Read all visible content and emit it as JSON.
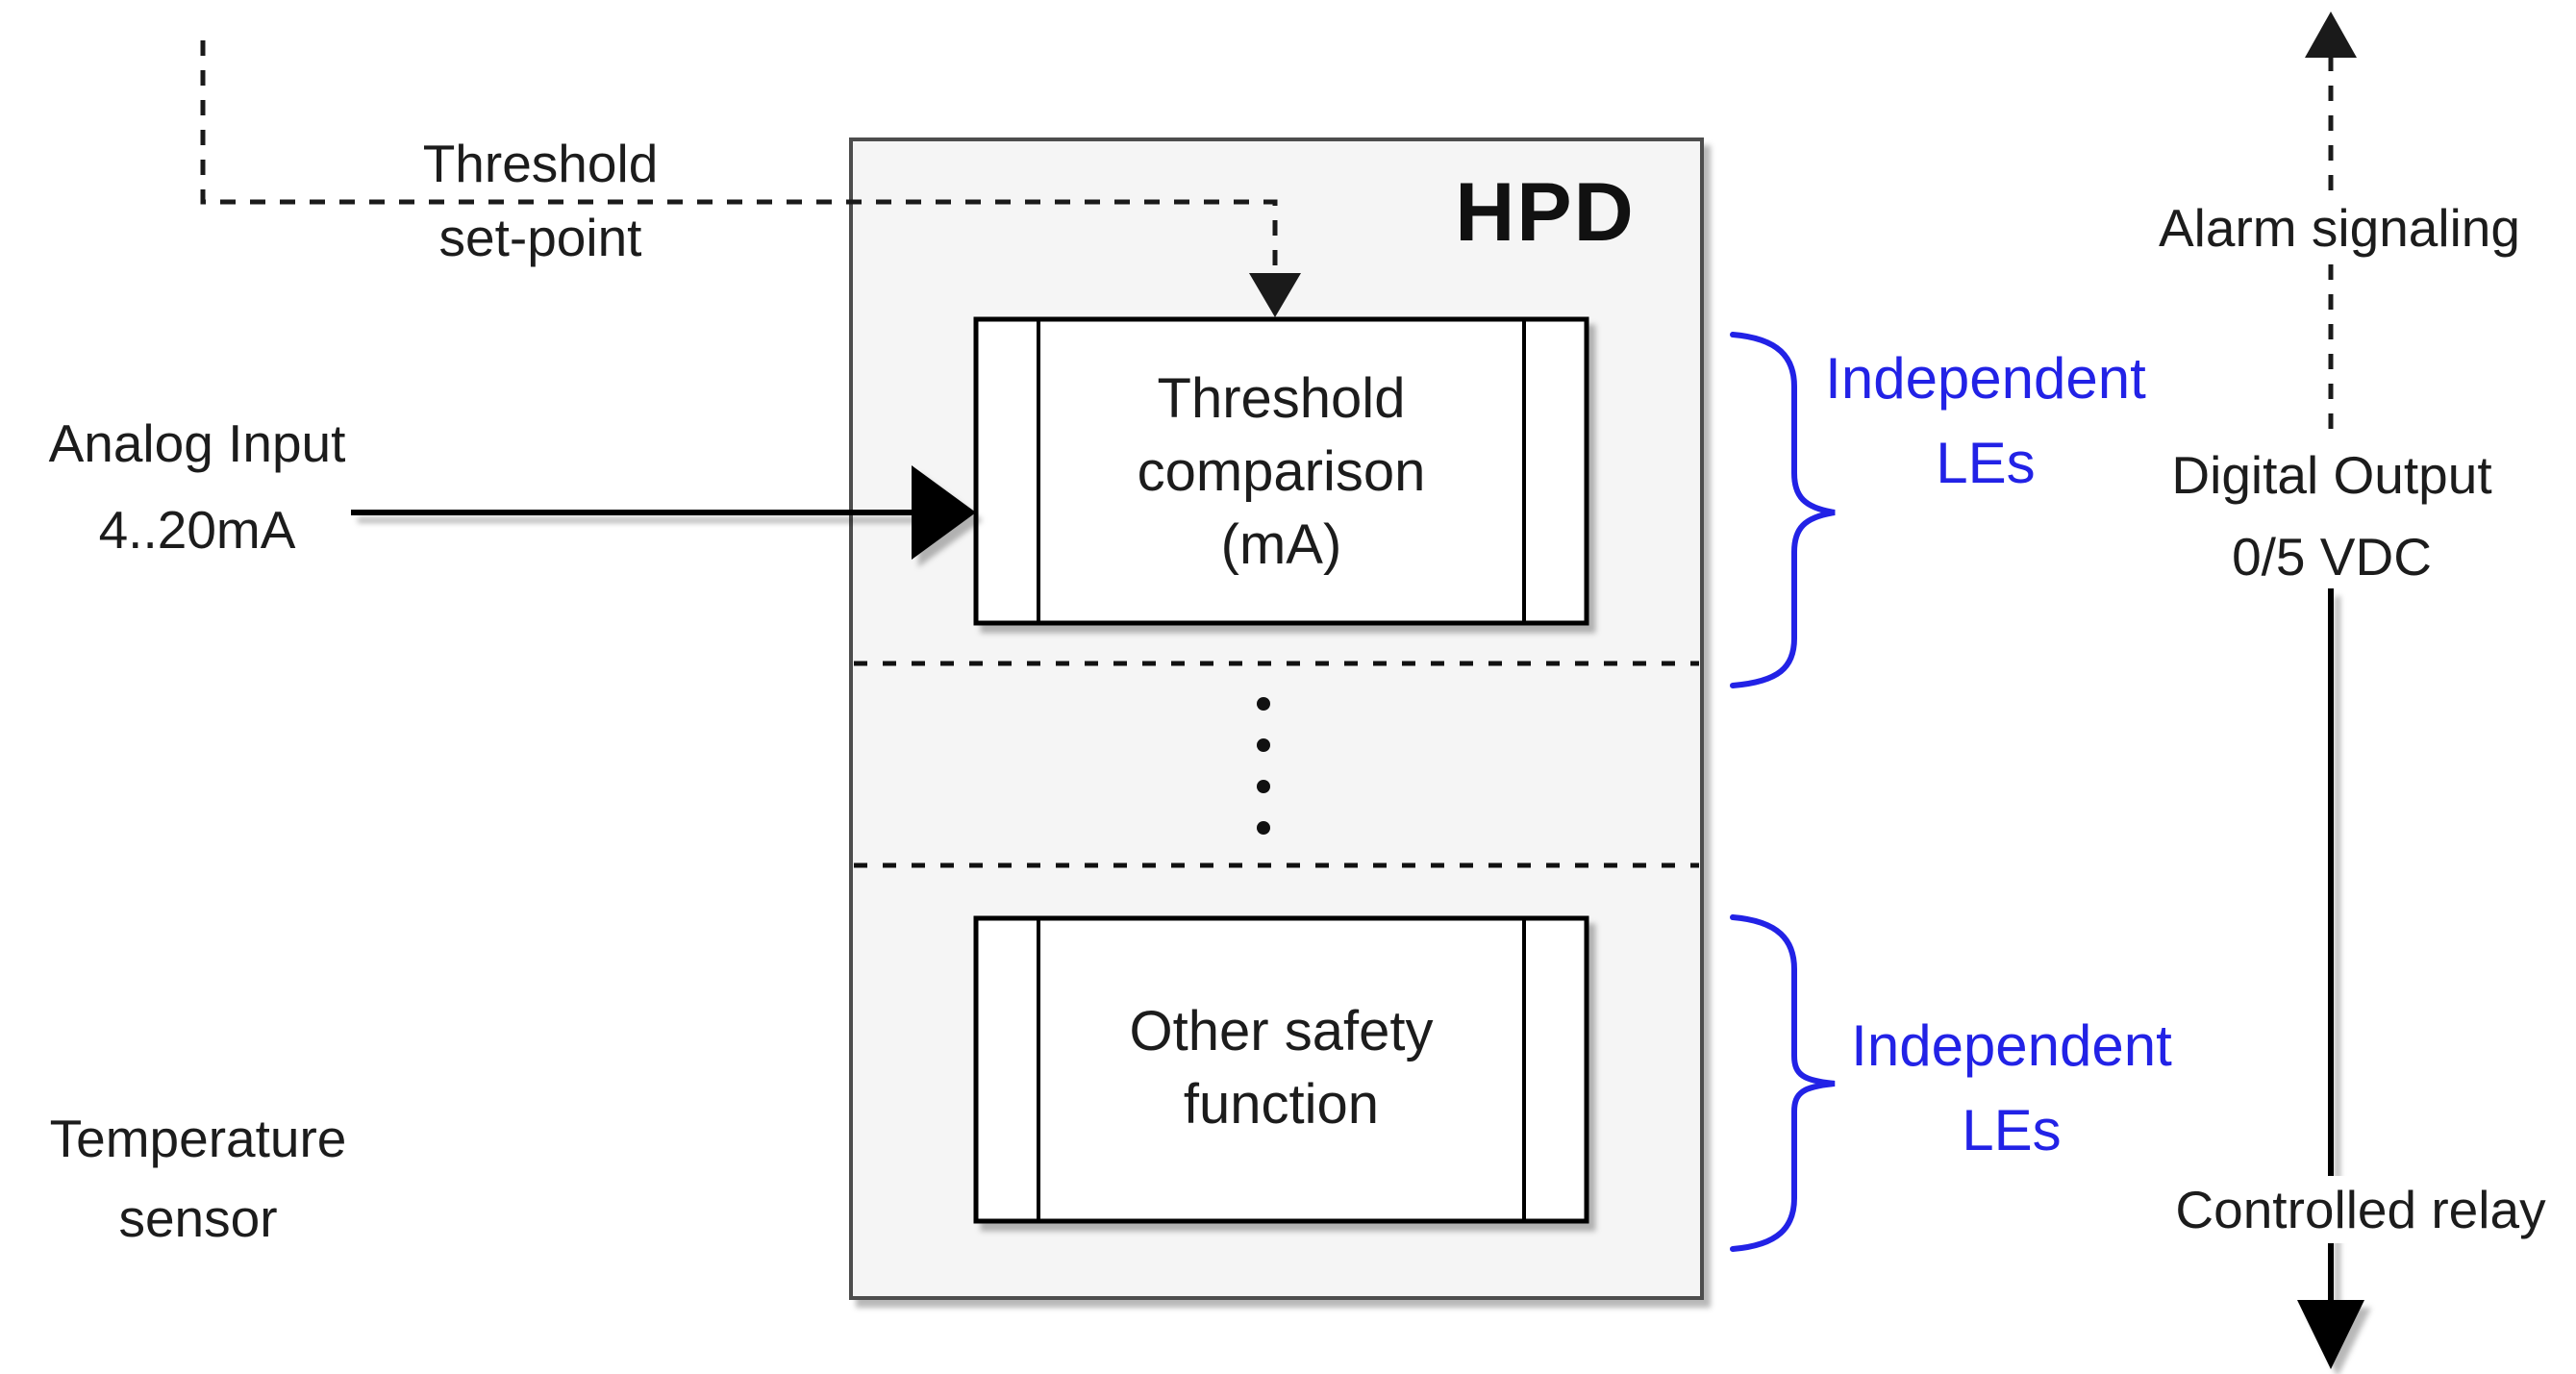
{
  "diagram": {
    "title": "HPD",
    "colors": {
      "accent_blue": "#2222e6",
      "hpd_fill": "#f5f5f5",
      "hpd_border": "#4d4d4d",
      "line_black": "#1a1a1a"
    },
    "labels": {
      "analog_input": {
        "line1": "Analog Input",
        "line2": "4..20mA"
      },
      "temperature_sensor": {
        "line1": "Temperature",
        "line2": "sensor"
      },
      "threshold_setpoint": {
        "line1": "Threshold",
        "line2": "set-point"
      },
      "alarm_signaling": "Alarm signaling",
      "digital_output": {
        "line1": "Digital Output",
        "line2": "0/5 VDC"
      },
      "controlled_relay": "Controlled relay",
      "independent_les_top": {
        "line1": "Independent",
        "line2": "LEs"
      },
      "independent_les_bottom": {
        "line1": "Independent",
        "line2": "LEs"
      }
    },
    "blocks": {
      "threshold_comparison": {
        "line1": "Threshold",
        "line2": "comparison",
        "line3": "(mA)"
      },
      "other_safety": {
        "line1": "Other safety",
        "line2": "function"
      }
    },
    "ellipsis_dots": 4
  }
}
